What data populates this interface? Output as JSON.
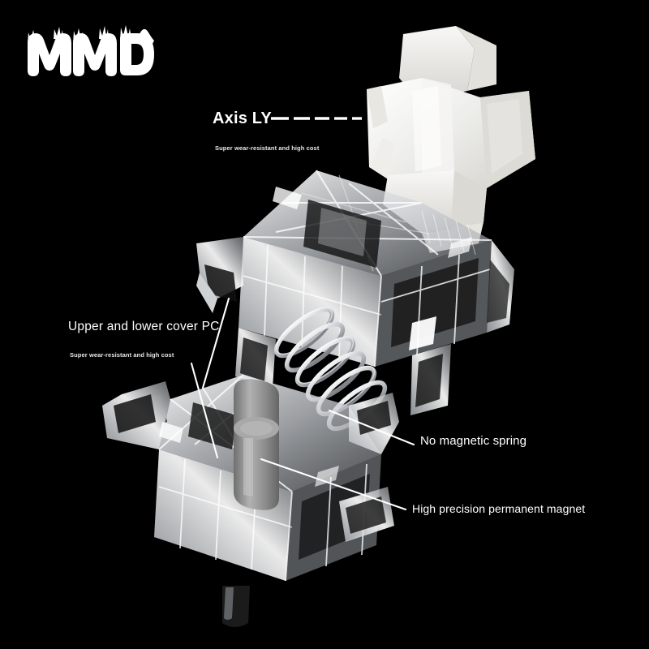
{
  "brand": {
    "logo_text": "MMD",
    "logo_style": "drip-melt-letters",
    "logo_color": "#ffffff"
  },
  "background": {
    "color": "#000000"
  },
  "product": {
    "type": "magnetic-hall-effect-keyboard-switch",
    "exploded_view": true,
    "parts": [
      {
        "id": "stem",
        "name": "Axis LY stem",
        "color": "#f2f0ec",
        "finish": "translucent-milky"
      },
      {
        "id": "upper-cover",
        "name": "Upper cover PC",
        "color": "#d8dade",
        "finish": "clear-polycarbonate"
      },
      {
        "id": "spring",
        "name": "Non-magnetic spring",
        "color": "#c9cbcf",
        "finish": "metallic"
      },
      {
        "id": "lower-cover",
        "name": "Lower cover PC",
        "color": "#d8dade",
        "finish": "clear-polycarbonate"
      },
      {
        "id": "magnet",
        "name": "Permanent magnet",
        "color": "#9a9a9a",
        "finish": "matte-cylinder"
      }
    ]
  },
  "callouts": [
    {
      "id": "axis-ly",
      "title": "Axis LY",
      "subtitle": "Super wear-resistant and high cost",
      "connector": "dashed",
      "dashes": 5
    },
    {
      "id": "upper-lower-cover",
      "title": "Upper and lower cover PC",
      "subtitle": "Super wear-resistant and high cost",
      "connector": "double-leader-line"
    },
    {
      "id": "spring",
      "title": "No magnetic spring",
      "subtitle": "",
      "connector": "leader-line"
    },
    {
      "id": "magnet",
      "title": "High precision permanent magnet",
      "subtitle": "",
      "connector": "leader-line"
    }
  ],
  "colors": {
    "background": "#000000",
    "text": "#ffffff",
    "leader_line": "#ffffff",
    "plastic_clear": "#d8dade",
    "plastic_milky": "#f2f0ec",
    "magnet": "#9a9a9a"
  }
}
